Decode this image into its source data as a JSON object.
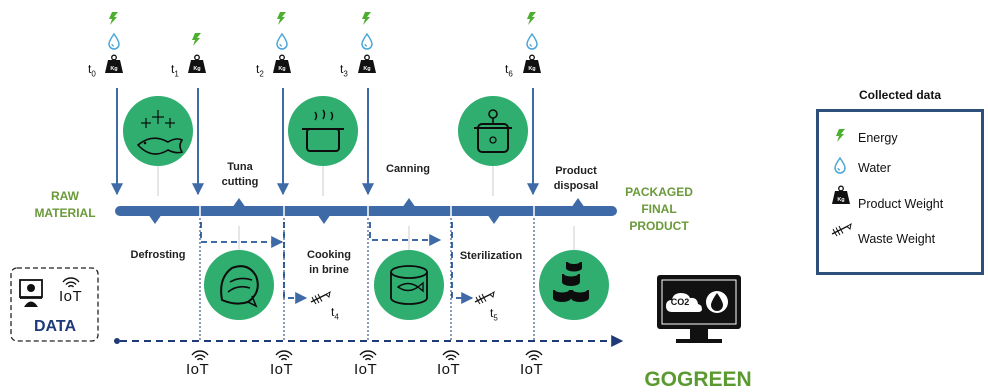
{
  "process": {
    "start_label": "RAW\nMATERIAL",
    "end_label": "PACKAGED\nFINAL\nPRODUCT",
    "steps": [
      {
        "name": "Defrosting"
      },
      {
        "name": "Tuna\ncutting"
      },
      {
        "name": "Cooking\nin brine"
      },
      {
        "name": "Canning"
      },
      {
        "name": "Sterilization"
      },
      {
        "name": "Product\ndisposal"
      }
    ],
    "time_points": [
      "t0",
      "t1",
      "t2",
      "t3",
      "t6"
    ],
    "waste_points": [
      "t4",
      "t5"
    ]
  },
  "data_block": {
    "label": "DATA",
    "iot": "IoT"
  },
  "iot_label": "IoT",
  "monitor": {
    "co2": "CO2"
  },
  "brand": "GOGREEN",
  "legend": {
    "title": "Collected data",
    "items": [
      {
        "label": "Energy",
        "icon": "energy-icon"
      },
      {
        "label": "Water",
        "icon": "water-icon"
      },
      {
        "label": "Product Weight",
        "icon": "weight-icon"
      },
      {
        "label": "Waste Weight",
        "icon": "fishbone-icon"
      }
    ],
    "weight_unit": "Kg"
  },
  "colors": {
    "line": "#3f6aa8",
    "dark_blue": "#1e3a78",
    "circle": "#2fae6f",
    "label_green": "#6a9a3a",
    "energy": "#4caf30",
    "water": "#4aa6d8"
  }
}
